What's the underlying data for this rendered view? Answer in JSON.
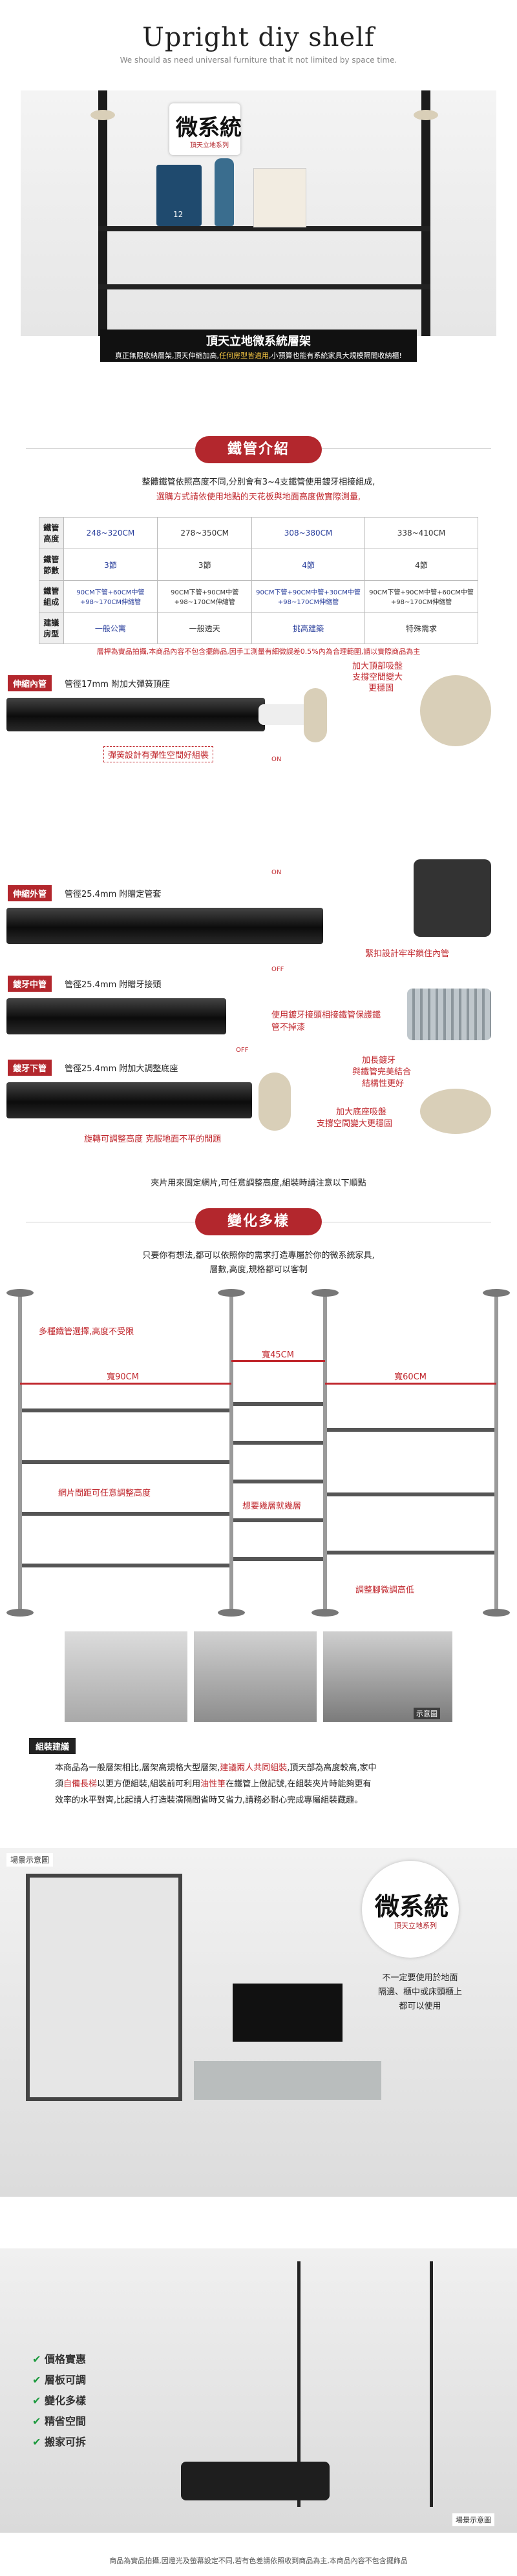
{
  "header": {
    "title": "Upright diy shelf",
    "subtitle": "We should as need universal furniture that it not limited by space time."
  },
  "hero": {
    "brand_mark": "微系統",
    "brand_sub": "頂天立地系列",
    "banner_title": "頂天立地微系統層架",
    "banner_text_a": "真正無限收納層架,頂天伸縮加高,",
    "banner_text_red": "任何房型皆適用",
    "banner_text_b": ",小預算也能有系統家具大規模隔間收納櫃!",
    "box_label": "12"
  },
  "section1": {
    "pill": "鐵管介紹",
    "desc1": "整體鐵管依照高度不同,分別會有3~4支鐵管使用鍍牙相接組成,",
    "desc2": "選購方式請依使用地點的天花板與地面高度做實際測量,"
  },
  "spec_table": {
    "row_labels": [
      "鐵管高度",
      "鐵管節數",
      "鐵管組成",
      "建議房型"
    ],
    "columns": [
      {
        "height": "248~320CM",
        "count": "3節",
        "composition": "90CM下管+60CM中管+98~170CM伸縮管",
        "room": "一般公寓",
        "color": "blue"
      },
      {
        "height": "278~350CM",
        "count": "3節",
        "composition": "90CM下管+90CM中管+98~170CM伸縮管",
        "room": "一般透天",
        "color": "plain"
      },
      {
        "height": "308~380CM",
        "count": "4節",
        "composition": "90CM下管+90CM中管+30CM中管+98~170CM伸縮管",
        "room": "挑高建築",
        "color": "blue"
      },
      {
        "height": "338~410CM",
        "count": "4節",
        "composition": "90CM下管+90CM中管+60CM中管+98~170CM伸縮管",
        "room": "特殊需求",
        "color": "plain"
      }
    ]
  },
  "table_note": "層桿為實品拍攝,本商品內容不包含擺飾品,因手工測量有細微誤差0.5%內為合理範圍,請以實際商品為主",
  "parts": [
    {
      "tag": "伸縮內管",
      "spec": "管徑17mm 附加大彈簧頂座",
      "callout": "彈簧設計有彈性空間好組裝"
    },
    {
      "tag": "伸縮外管",
      "spec": "管徑25.4mm 附贈定管套",
      "callout": "緊扣設計牢牢鎖住內管"
    },
    {
      "tag": "鍍牙中管",
      "spec": "管徑25.4mm 附贈牙接頭",
      "callout": "使用鍍牙接頭相接鐵管保護鐵管不掉漆"
    },
    {
      "tag": "鍍牙下管",
      "spec": "管徑25.4mm 附加大調整底座",
      "callout": "旋轉可調整高度 克服地面不平的問題"
    }
  ],
  "parts_side_notes": {
    "top_a": "加大頂部吸盤",
    "top_b": "支撐空間變大",
    "top_c": "更穩固",
    "mid_a": "加長鍍牙",
    "mid_b": "與鐵管完美結合",
    "mid_c": "結構性更好",
    "bot_a": "加大底座吸盤",
    "bot_b": "支撐空間變大更穩固"
  },
  "toggle": {
    "on": "ON",
    "off": "OFF"
  },
  "parts_footer": "夾片用來固定網片,可任意調整高度,組裝時請注意以下順點",
  "section2": {
    "pill": "變化多樣",
    "desc1": "只要你有想法,都可以依照你的需求打造專屬於你的微系統家具,",
    "desc2": "層數,高度,規格都可以客制"
  },
  "diagram": {
    "label_pipe": "多種鐵管選擇,高度不受限",
    "w1": "寬90CM",
    "w2": "寬45CM",
    "w3": "寬60CM",
    "label_clip": "網片間距可任意調整高度",
    "label_hang": "想要幾層就幾層",
    "label_foot": "調整腳微調高低"
  },
  "photos_caption": "示意圖",
  "assembly": {
    "tag": "組裝建議",
    "p1a": "本商品為一般層架相比,層架高規格大型層架,",
    "p1red": "建議兩人共同組裝",
    "p1b": ",頂天部為高度較高,家中",
    "p2a": "須",
    "p2red": "自備長梯",
    "p2b": "以更方便組裝,組裝前可利用",
    "p2red2": "油性筆",
    "p2c": "在鐵管上做記號,在組裝夾片時能夠更有",
    "p3": "效率的水平對齊,比起請人打造裝潢隔間省時又省力,請務必耐心完成專屬組裝藏趣。"
  },
  "scene1": {
    "label": "場景示意圖",
    "brand_mark": "微系統",
    "brand_sub": "頂天立地系列",
    "side1": "不一定要使用於地面",
    "side2": "隔邊、櫃中或床頭櫃上",
    "side3": "都可以使用"
  },
  "features": [
    "價格實惠",
    "層板可調",
    "變化多樣",
    "精省空間",
    "搬家可拆"
  ],
  "scene2_label": "場景示意圖",
  "footer_note": "商品為實品拍攝,因燈光及螢幕設定不同,若有色差請依照收到商品為主,本商品內容不包含擺飾品",
  "colors": {
    "accent": "#b3272d",
    "blue": "#2a3f9c",
    "check": "#1c9a3e"
  }
}
